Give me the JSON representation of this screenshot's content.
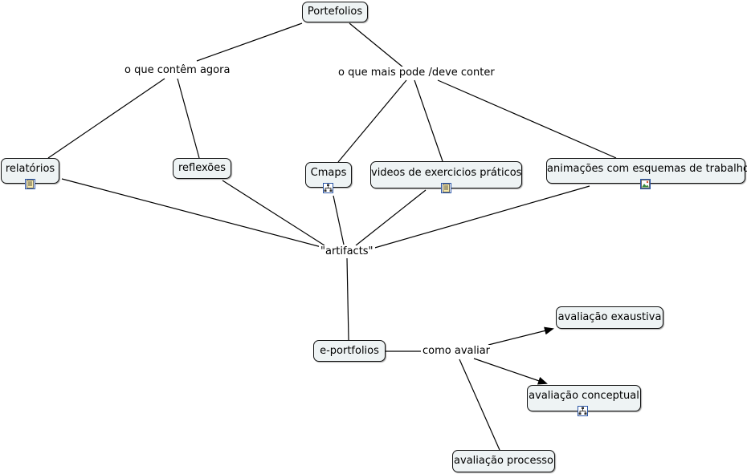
{
  "map": {
    "concepts": {
      "portefolios": "Portefolios",
      "relatorios": "relatórios",
      "reflexoes": "reflexões",
      "cmaps": "Cmaps",
      "videos": "videos de exercicios práticos",
      "animacoes": "animações com esquemas de trabalho",
      "eportfolios": "e-portfolios",
      "aval_exaustiva": "avaliação exaustiva",
      "aval_conceptual": "avaliação conceptual",
      "aval_processo": "avaliação processo"
    },
    "linking_phrases": {
      "contem_agora": "o que contêm agora",
      "pode_conter": "o que mais pode /deve conter",
      "artifacts": "\"artifacts\"",
      "como_avaliar": "como avaliar"
    },
    "resource_icons": {
      "relatorios": "document-icon",
      "cmaps": "concept-map-icon",
      "videos": "document-icon",
      "animacoes": "image-icon",
      "aval_conceptual": "concept-map-icon"
    }
  }
}
